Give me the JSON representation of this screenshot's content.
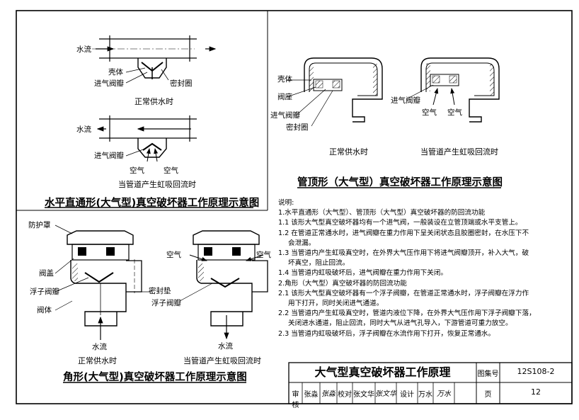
{
  "fig_horizontal": {
    "water_flow_1": "水流",
    "shell": "壳体",
    "valve_disc_1": "进气阀瓣",
    "seal_ring": "密封圈",
    "caption_normal": "正常供水时",
    "water_flow_2": "水流",
    "valve_disc_2": "进气阀瓣",
    "air_left": "空气",
    "air_right": "空气",
    "caption_siphon": "当管道产生虹吸回流时",
    "title": "水平直通形(大气型)真空破坏器工作原理示意图"
  },
  "fig_top": {
    "shell": "壳体",
    "seat": "阀座",
    "valve_disc": "进气阀瓣",
    "seal_ring": "密封圈",
    "valve_disc_2": "进气阀瓣",
    "air_left": "空气",
    "air_right": "空气",
    "caption_normal": "正常供水时",
    "caption_siphon": "当管道产生虹吸回流时",
    "title": "管顶形（大气型）真空破坏器工作原理示意图"
  },
  "fig_angle": {
    "guard": "防护罩",
    "cap": "阀盖",
    "float_disc": "浮子阀瓣",
    "body": "阀体",
    "gasket": "密封垫",
    "float_disc_2": "浮子阀瓣",
    "air_left": "空气",
    "air_right": "空气",
    "water_flow_1": "水流",
    "water_flow_2": "水流",
    "caption_normal": "正常供水时",
    "caption_siphon": "当管道产生虹吸回流时",
    "title": "角形(大气型)真空破坏器工作原理示意图"
  },
  "notes": {
    "heading": "说明:",
    "lines": [
      "1.水平直通形（大气型）、管顶形（大气型）真空破坏器的防回流功能",
      "1.1 该形大气型真空破坏器均有一个进气阀，一般装设在立管顶端或水平支管上。",
      "1.2 在管道正常通水时，进气阀瓣在重力作用下呈关闭状态且胶圈密封，在水压下不",
      "会泄漏。",
      "1.3 当管道内产生虹吸真空时，在外界大气压作用下将进气阀瓣顶开，补入大气，破",
      "坏真空，阻止回流。",
      "1.4 当管道内虹吸破坏后，进气阀瓣在重力作用下关闭。",
      "2.角形（大气型）真空破坏器的防回流功能",
      "2.1 该形大气型真空破坏器有一个浮子阀瓣，在管道正常通水时，浮子阀瓣在浮力作",
      "用下打开，同时关闭进气通道。",
      "2.2 当管道内产生虹吸真空时，管道内液位下降，在外界大气压作用下浮子阀瓣下落，",
      "关闭进水通道，阻止回流，同时大气从进气孔导入，下游管道可重力放空。",
      "2.3 当管道内虹吸破坏后，浮子阀瓣在水流作用下打开，恢复正常通水。"
    ]
  },
  "title_block": {
    "main_title": "大气型真空破坏器工作原理",
    "atlas_label": "图集号",
    "atlas_no": "12S108-2",
    "review_label": "审核",
    "reviewer": "张淼",
    "review_sign": "张淼",
    "check_label": "校对",
    "checker": "张文华",
    "check_sign": "张文华",
    "design_label": "设计",
    "designer": "万水",
    "design_sign": "万水",
    "page_label": "页",
    "page_no": "12"
  }
}
